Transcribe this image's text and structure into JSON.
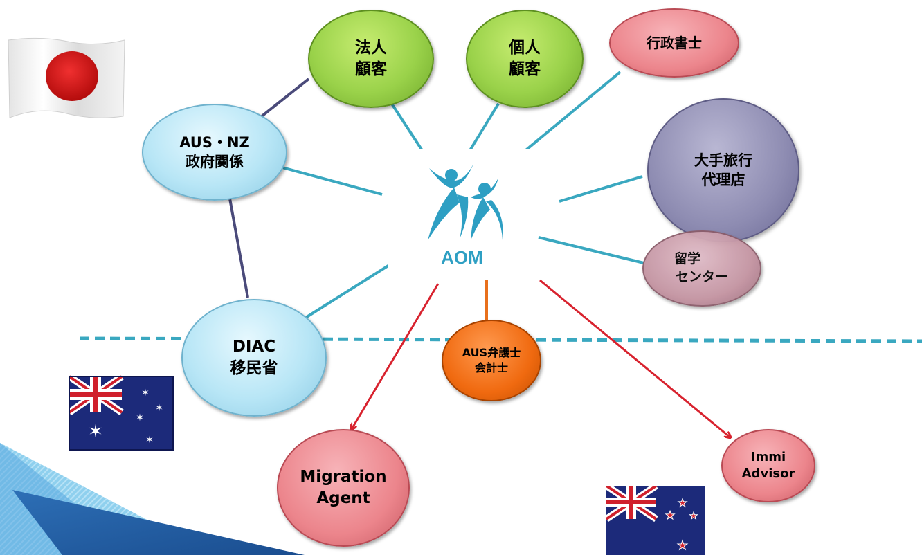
{
  "nodes": {
    "hojin": {
      "lines": [
        "法人",
        "顧客"
      ]
    },
    "kojin": {
      "lines": [
        "個人",
        "顧客"
      ]
    },
    "gyosei": {
      "lines": [
        "行政書士"
      ]
    },
    "ausnz": {
      "lines": [
        "AUS・NZ",
        "政府関係"
      ]
    },
    "ryoko": {
      "lines": [
        "大手旅行",
        "代理店"
      ]
    },
    "ryugaku": {
      "lines": [
        "留学",
        "センター"
      ]
    },
    "diac": {
      "lines": [
        "DIAC",
        "移民省"
      ]
    },
    "bengoshi": {
      "lines": [
        "AUS弁護士",
        "会計士"
      ]
    },
    "migration": {
      "lines": [
        "Migration",
        "Agent"
      ]
    },
    "immi": {
      "lines": [
        "Immi",
        "Advisor"
      ]
    }
  },
  "center": {
    "label": "AOM"
  },
  "colors": {
    "teal_line": "#3aa8c0",
    "navy_line": "#4a4a7a",
    "red_arrow": "#d8222e",
    "orange_line": "#e8701c",
    "dashed_divider": "#3aa8c0",
    "logo": "#2e9fc3"
  },
  "flags": [
    "japan-flag",
    "australia-flag",
    "new-zealand-flag"
  ]
}
